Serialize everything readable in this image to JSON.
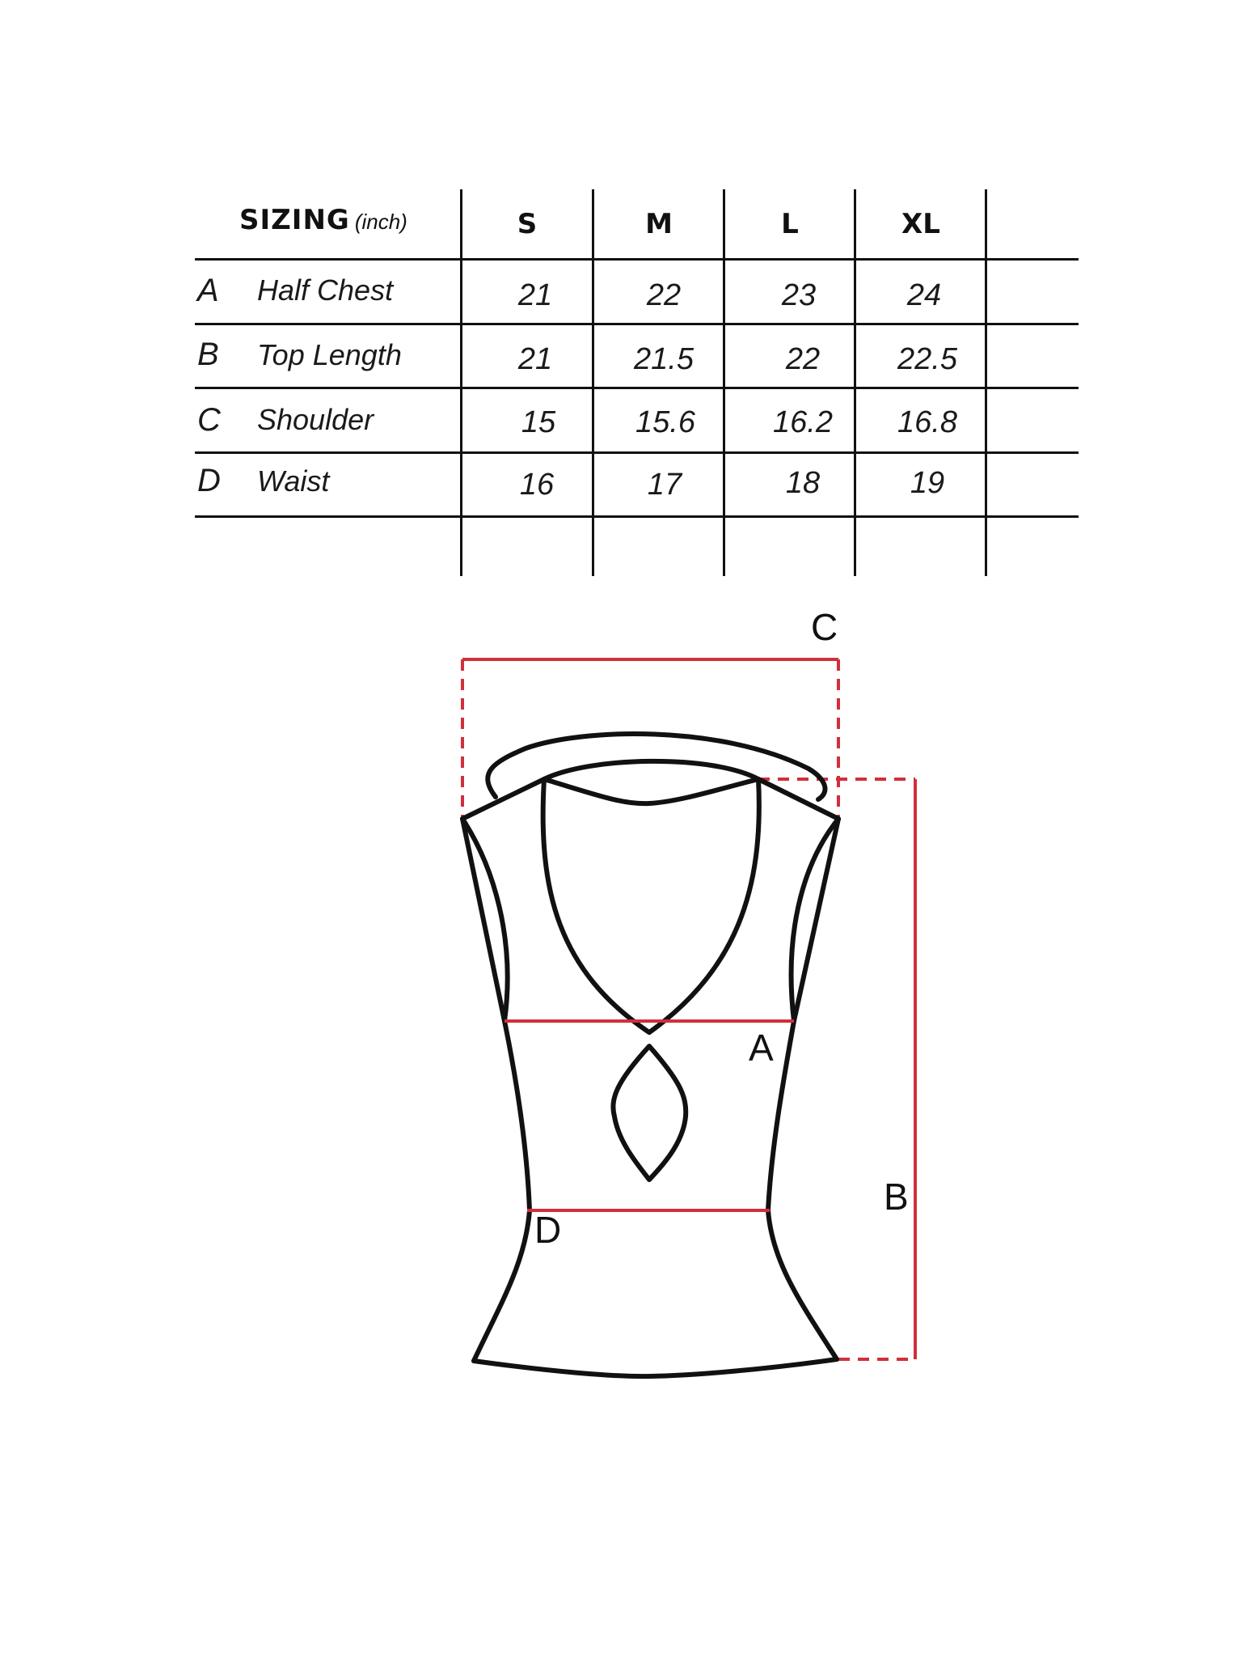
{
  "table": {
    "title": "SIZING",
    "unit": "(inch)",
    "sizes": [
      "S",
      "M",
      "L",
      "XL"
    ],
    "rows": [
      {
        "letter": "A",
        "label": "Half Chest",
        "values": [
          "21",
          "22",
          "23",
          "24"
        ]
      },
      {
        "letter": "B",
        "label": "Top Length",
        "values": [
          "21",
          "21.5",
          "22",
          "22.5"
        ]
      },
      {
        "letter": "C",
        "label": "Shoulder",
        "values": [
          "15",
          "15.6",
          "16.2",
          "16.8"
        ]
      },
      {
        "letter": "D",
        "label": "Waist",
        "values": [
          "16",
          "17",
          "18",
          "19"
        ]
      }
    ]
  },
  "diagram": {
    "labels": {
      "a": "A",
      "b": "B",
      "c": "C",
      "d": "D"
    },
    "measure_color": "#d12f3c",
    "outline_color": "#111111"
  }
}
